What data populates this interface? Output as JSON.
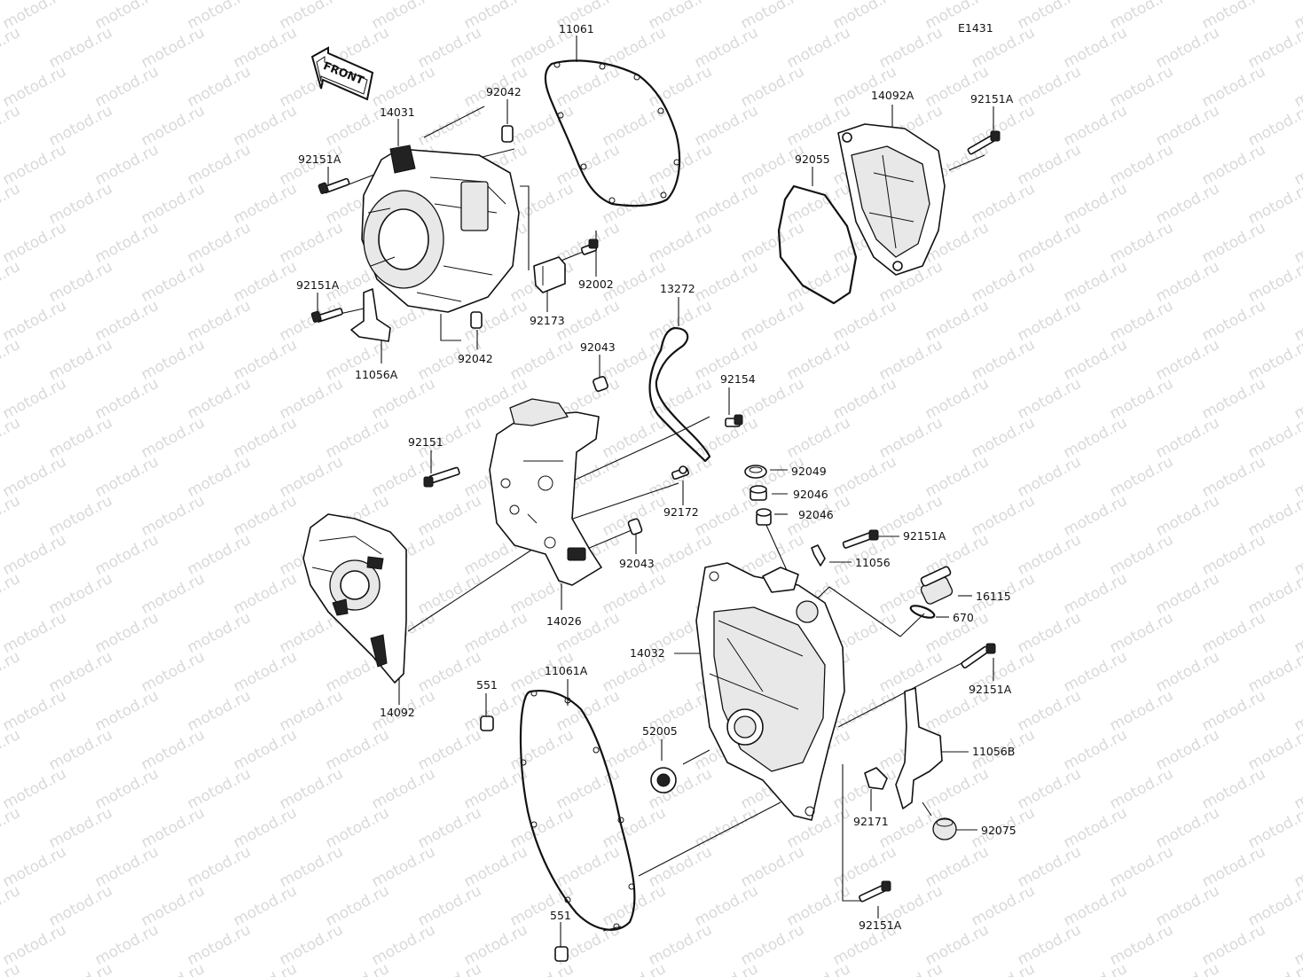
{
  "diagram": {
    "code": "E1431",
    "watermark": "motod.ru",
    "front_label": "FRONT"
  },
  "callouts": [
    {
      "id": "11061",
      "text": "11061"
    },
    {
      "id": "92042-top",
      "text": "92042"
    },
    {
      "id": "14031",
      "text": "14031"
    },
    {
      "id": "92151A-a",
      "text": "92151A"
    },
    {
      "id": "92151A-b",
      "text": "92151A"
    },
    {
      "id": "11056A",
      "text": "11056A"
    },
    {
      "id": "92042-bottom",
      "text": "92042"
    },
    {
      "id": "92002",
      "text": "92002"
    },
    {
      "id": "92173",
      "text": "92173"
    },
    {
      "id": "14092A",
      "text": "14092A"
    },
    {
      "id": "92151A-c",
      "text": "92151A"
    },
    {
      "id": "92055",
      "text": "92055"
    },
    {
      "id": "13272",
      "text": "13272"
    },
    {
      "id": "92043-top",
      "text": "92043"
    },
    {
      "id": "92154",
      "text": "92154"
    },
    {
      "id": "92151",
      "text": "92151"
    },
    {
      "id": "92172",
      "text": "92172"
    },
    {
      "id": "92043-bottom",
      "text": "92043"
    },
    {
      "id": "14026",
      "text": "14026"
    },
    {
      "id": "14092",
      "text": "14092"
    },
    {
      "id": "92049",
      "text": "92049"
    },
    {
      "id": "92046-a",
      "text": "92046"
    },
    {
      "id": "92046-b",
      "text": "92046"
    },
    {
      "id": "92151A-d",
      "text": "92151A"
    },
    {
      "id": "11056",
      "text": "11056"
    },
    {
      "id": "16115",
      "text": "16115"
    },
    {
      "id": "670",
      "text": "670"
    },
    {
      "id": "14032",
      "text": "14032"
    },
    {
      "id": "92151A-e",
      "text": "92151A"
    },
    {
      "id": "551-top",
      "text": "551"
    },
    {
      "id": "11061A",
      "text": "11061A"
    },
    {
      "id": "52005",
      "text": "52005"
    },
    {
      "id": "11056B",
      "text": "11056B"
    },
    {
      "id": "92171",
      "text": "92171"
    },
    {
      "id": "92075",
      "text": "92075"
    },
    {
      "id": "92151A-f",
      "text": "92151A"
    },
    {
      "id": "551-bottom",
      "text": "551"
    }
  ]
}
